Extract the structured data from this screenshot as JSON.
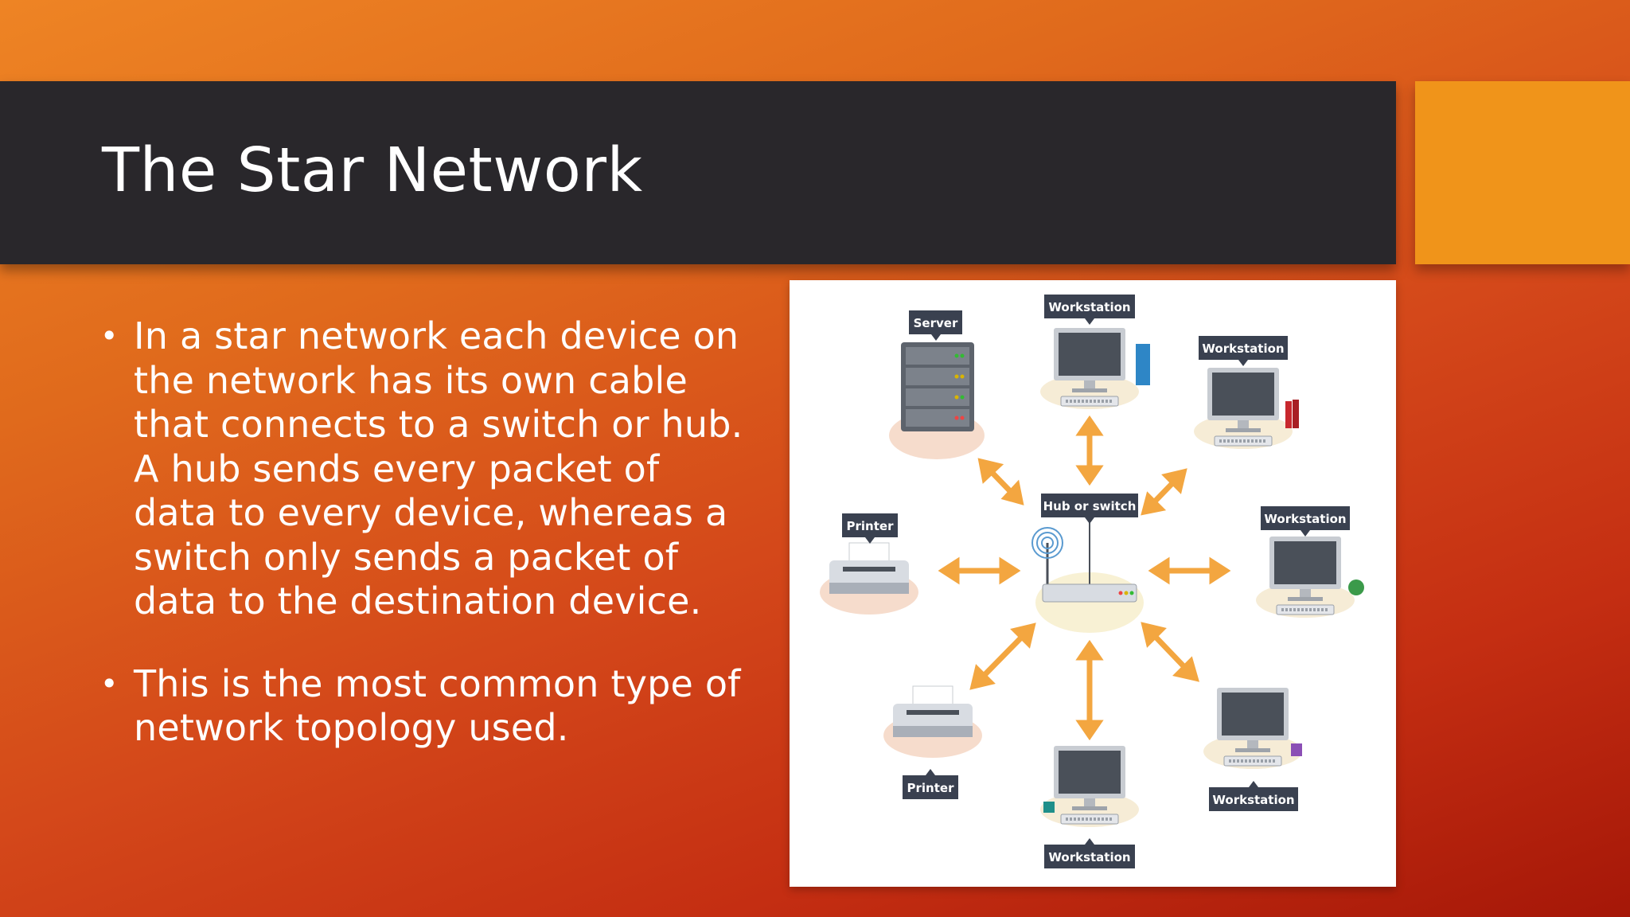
{
  "slide": {
    "title": "The Star Network",
    "bullets": [
      "In a star network each device on the network has its own cable that connects to a switch or hub. A hub sends every packet of data to every device, whereas a switch only sends a packet of data to the destination device.",
      "This is the most common type of network topology used."
    ]
  },
  "diagram": {
    "labels": {
      "hub": "Hub or switch",
      "server": "Server",
      "workstation_top": "Workstation",
      "workstation_top_right": "Workstation",
      "workstation_right": "Workstation",
      "workstation_bottom_right": "Workstation",
      "workstation_bottom": "Workstation",
      "printer_left": "Printer",
      "printer_bottom_left": "Printer"
    }
  },
  "colors": {
    "title_band": "#29272b",
    "accent": "#f0941a",
    "arrow": "#f3a640",
    "label_bg": "#3a4150"
  }
}
